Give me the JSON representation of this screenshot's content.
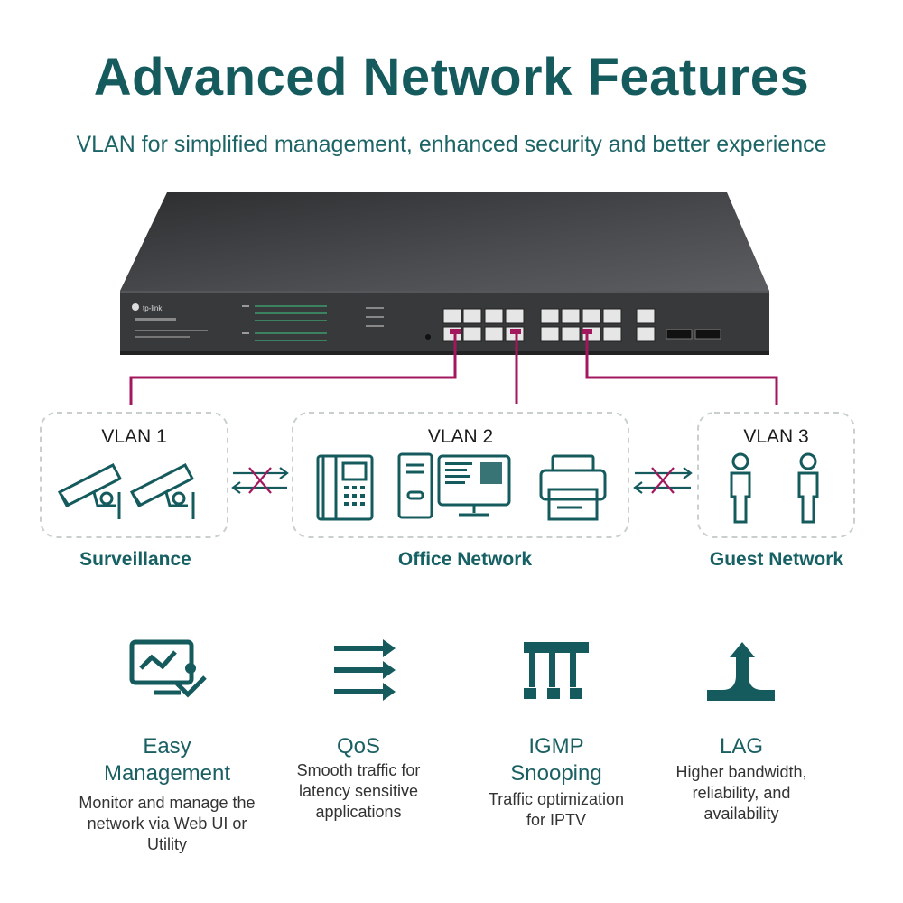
{
  "header": {
    "title": "Advanced Network Features",
    "subtitle": "VLAN for simplified management, enhanced security and better experience"
  },
  "device": {
    "brand": "tp-link"
  },
  "vlans": [
    {
      "label": "VLAN 1",
      "group": "Surveillance"
    },
    {
      "label": "VLAN 2",
      "group": "Office Network"
    },
    {
      "label": "VLAN 3",
      "group": "Guest Network"
    }
  ],
  "features": [
    {
      "title_line1": "Easy",
      "title_line2": "Management",
      "desc_line1": "Monitor and manage the",
      "desc_line2": "network via Web UI or",
      "desc_line3": "Utility",
      "icon": "monitor-check-icon"
    },
    {
      "title_line1": "QoS",
      "title_line2": "",
      "desc_line1": "Smooth traffic for",
      "desc_line2": "latency sensitive",
      "desc_line3": "applications",
      "icon": "traffic-arrows-icon"
    },
    {
      "title_line1": "IGMP",
      "title_line2": "Snooping",
      "desc_line1": "Traffic optimization",
      "desc_line2": "for IPTV",
      "desc_line3": "",
      "icon": "multicast-tree-icon"
    },
    {
      "title_line1": "LAG",
      "title_line2": "",
      "desc_line1": "Higher bandwidth,",
      "desc_line2": "reliability, and",
      "desc_line3": "availability",
      "icon": "link-aggregation-icon"
    }
  ],
  "colors": {
    "teal": "#155b5e",
    "magenta": "#a3175e",
    "switch_body": "#3c3d3f"
  }
}
